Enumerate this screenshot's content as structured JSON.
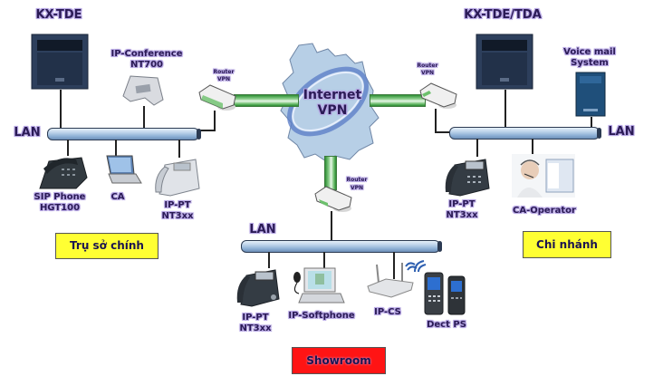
{
  "diagram": {
    "cloud": {
      "line1": "Internet",
      "line2": "VPN"
    },
    "sites": {
      "head_office": {
        "tag": "Trụ sở chính",
        "tag_color": "#ffff33",
        "pbx": "KX-TDE",
        "lan": "LAN",
        "router": {
          "line1": "Router",
          "line2": "VPN"
        },
        "conference": {
          "line1": "IP-Conference",
          "line2": "NT700"
        },
        "devices": [
          {
            "line1": "SIP Phone",
            "line2": "HGT100"
          },
          {
            "line1": "CA",
            "line2": ""
          },
          {
            "line1": "IP-PT",
            "line2": "NT3xx"
          }
        ]
      },
      "branch": {
        "tag": "Chi nhánh",
        "tag_color": "#ffff33",
        "pbx": "KX-TDE/TDA",
        "lan": "LAN",
        "router": {
          "line1": "Router",
          "line2": "VPN"
        },
        "voicemail": {
          "line1": "Voice mail",
          "line2": "System"
        },
        "devices": [
          {
            "line1": "IP-PT",
            "line2": "NT3xx"
          },
          {
            "line1": "CA-Operator",
            "line2": ""
          }
        ]
      },
      "showroom": {
        "tag": "Showroom",
        "tag_color": "#ff1414",
        "lan": "LAN",
        "router": {
          "line1": "Router",
          "line2": "VPN"
        },
        "devices": [
          {
            "line1": "IP-PT",
            "line2": "NT3xx"
          },
          {
            "line1": "IP-Softphone",
            "line2": ""
          },
          {
            "line1": "IP-CS",
            "line2": ""
          },
          {
            "line1": "Dect PS",
            "line2": ""
          }
        ]
      }
    }
  }
}
